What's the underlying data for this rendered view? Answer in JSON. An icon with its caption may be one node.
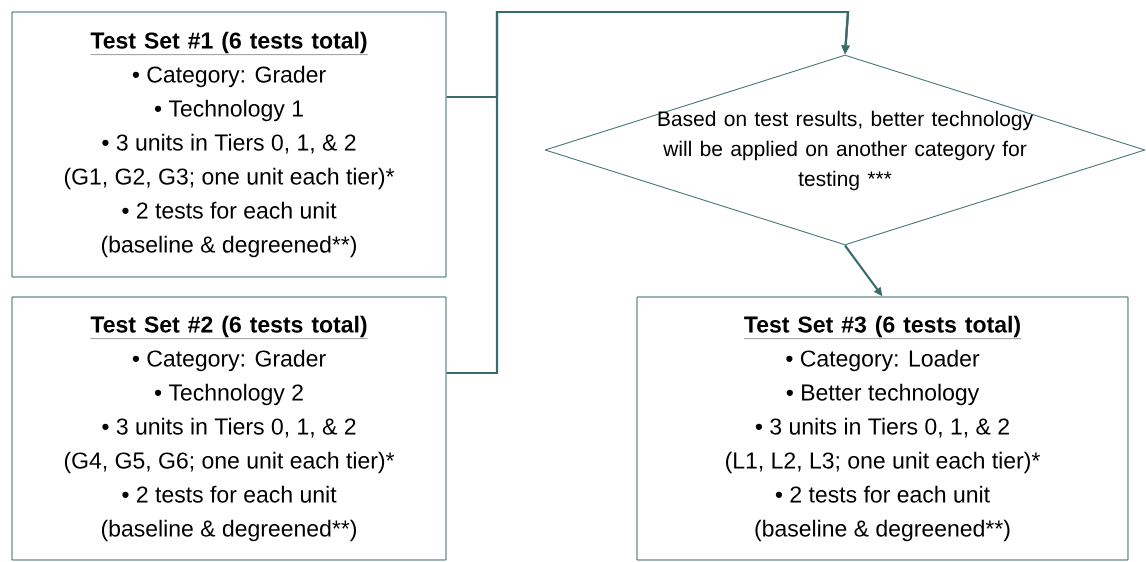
{
  "diagram": {
    "nodes": [
      {
        "text": [
          "Test Set #1 (6 tests total)",
          "• Category: Grader",
          "• Technology 1",
          "• 3 units in Tiers 0, 1, & 2",
          "(G1, G2, G3; one unit each tier)*",
          "• 2 tests for each unit",
          "(baseline & degreened**)"
        ]
      },
      {
        "text": [
          "Test Set #2 (6 tests total)",
          "• Category: Grader",
          "• Technology 2",
          "• 3 units in Tiers 0, 1, & 2",
          "(G4, G5, G6; one unit each tier)*",
          "• 2 tests for each unit",
          "(baseline & degreened**)"
        ]
      },
      {
        "text": [
          "Based on test results, better technology will be applied on another category for testing ***"
        ]
      },
      {
        "text": [
          "Test Set #3 (6 tests total)",
          "• Category: Loader",
          "• Better technology",
          "• 3 units in Tiers 0, 1, & 2",
          "(L1, L2, L3; one unit each tier)*",
          "• 2 tests for each unit",
          "(baseline & degreened**)"
        ]
      }
    ],
    "edges": [
      {
        "from": 0,
        "to": 2,
        "arrow": "to"
      },
      {
        "from": 1,
        "to": 2,
        "arrow": "to"
      },
      {
        "from": 2,
        "to": 3,
        "arrow": "to"
      }
    ]
  }
}
